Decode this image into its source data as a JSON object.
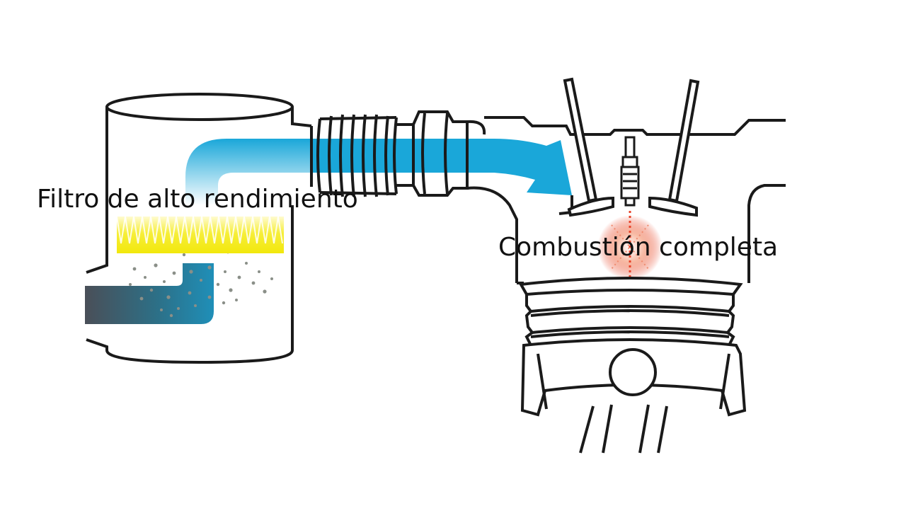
{
  "labels": {
    "filter": "Filtro de alto rendimiento",
    "combustion": "Combustión completa"
  },
  "colors": {
    "clean_air": "#1aa7d9",
    "dirty_air": "#4a4f58",
    "filter_element": "#f2e80c",
    "combustion": "#e8442a",
    "outline": "#1a1a1a",
    "particles": "#8a8f88"
  },
  "icons": [
    "air-filter-housing",
    "intake-hose",
    "cylinder-head",
    "intake-valve",
    "exhaust-valve",
    "spark-plug",
    "piston",
    "connecting-rod"
  ]
}
